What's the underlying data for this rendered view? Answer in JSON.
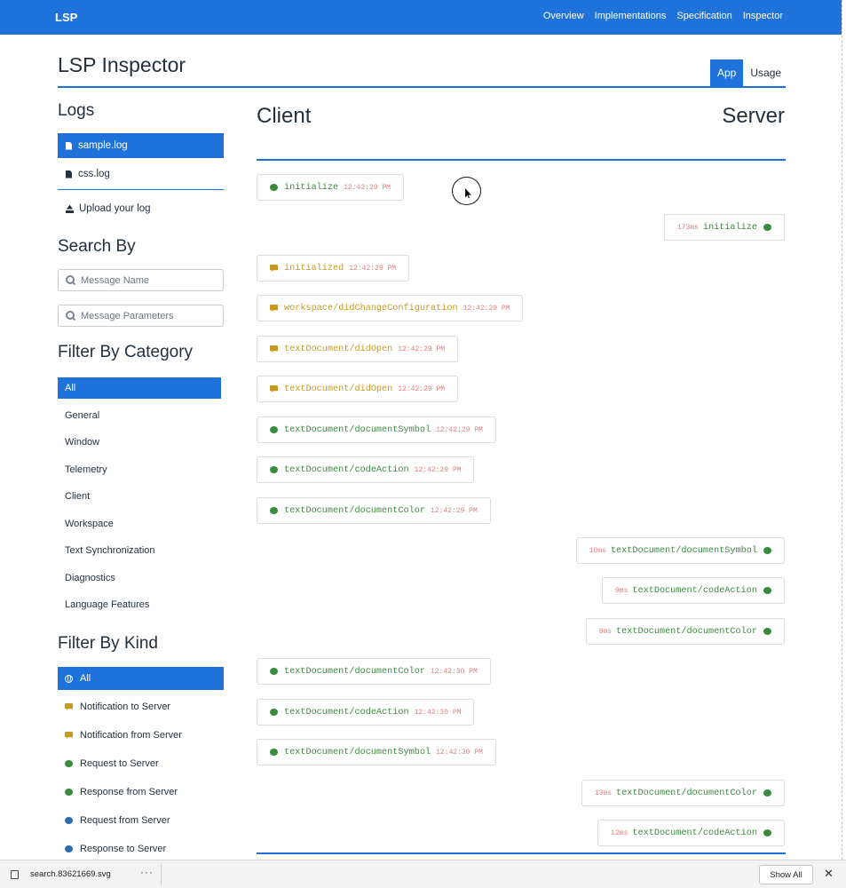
{
  "nav": {
    "brand": "LSP",
    "links": [
      "Overview",
      "Implementations",
      "Specification",
      "Inspector"
    ]
  },
  "header": {
    "title": "LSP Inspector",
    "tabs": [
      {
        "label": "App",
        "active": true
      },
      {
        "label": "Usage",
        "active": false
      }
    ]
  },
  "sidebar": {
    "logs_heading": "Logs",
    "logs": [
      {
        "label": "sample.log",
        "active": true
      },
      {
        "label": "css.log",
        "active": false
      }
    ],
    "upload_label": "Upload your log",
    "search_heading": "Search By",
    "search_name_placeholder": "Message Name",
    "search_params_placeholder": "Message Parameters",
    "category_heading": "Filter By Category",
    "categories": [
      "All",
      "General",
      "Window",
      "Telemetry",
      "Client",
      "Workspace",
      "Text Synchronization",
      "Diagnostics",
      "Language Features"
    ],
    "kind_heading": "Filter By Kind",
    "kinds": [
      {
        "label": "All",
        "icon": "globe-icon"
      },
      {
        "label": "Notification to Server",
        "icon": "notification-icon",
        "color": "#c69a22"
      },
      {
        "label": "Notification from Server",
        "icon": "notification-icon",
        "color": "#c69a22"
      },
      {
        "label": "Request to Server",
        "icon": "request-icon",
        "color": "#3b8b3f"
      },
      {
        "label": "Response from Server",
        "icon": "response-icon",
        "color": "#3b8b3f"
      },
      {
        "label": "Request from Server",
        "icon": "request-icon",
        "color": "#2b6cb0"
      },
      {
        "label": "Response to Server",
        "icon": "response-icon",
        "color": "#2b6cb0"
      }
    ]
  },
  "main": {
    "client_heading": "Client",
    "server_heading": "Server",
    "messages": [
      {
        "side": "client",
        "name": "initialize",
        "meta": "12:42:29 PM",
        "kind": "request"
      },
      {
        "side": "server",
        "name": "initialize",
        "meta": "173ms",
        "kind": "response"
      },
      {
        "side": "client",
        "name": "initialized",
        "meta": "12:42:29 PM",
        "kind": "notification"
      },
      {
        "side": "client",
        "name": "workspace/didChangeConfiguration",
        "meta": "12:42:29 PM",
        "kind": "notification"
      },
      {
        "side": "client",
        "name": "textDocument/didOpen",
        "meta": "12:42:29 PM",
        "kind": "notification"
      },
      {
        "side": "client",
        "name": "textDocument/didOpen",
        "meta": "12:42:29 PM",
        "kind": "notification"
      },
      {
        "side": "client",
        "name": "textDocument/documentSymbol",
        "meta": "12:42:29 PM",
        "kind": "request"
      },
      {
        "side": "client",
        "name": "textDocument/codeAction",
        "meta": "12:42:29 PM",
        "kind": "request"
      },
      {
        "side": "client",
        "name": "textDocument/documentColor",
        "meta": "12:42:29 PM",
        "kind": "request"
      },
      {
        "side": "server",
        "name": "textDocument/documentSymbol",
        "meta": "10ms",
        "kind": "response"
      },
      {
        "side": "server",
        "name": "textDocument/codeAction",
        "meta": "9ms",
        "kind": "response"
      },
      {
        "side": "server",
        "name": "textDocument/documentColor",
        "meta": "9ms",
        "kind": "response"
      },
      {
        "side": "client",
        "name": "textDocument/documentColor",
        "meta": "12:42:30 PM",
        "kind": "request"
      },
      {
        "side": "client",
        "name": "textDocument/codeAction",
        "meta": "12:42:30 PM",
        "kind": "request"
      },
      {
        "side": "client",
        "name": "textDocument/documentSymbol",
        "meta": "12:42:30 PM",
        "kind": "request"
      },
      {
        "side": "server",
        "name": "textDocument/documentColor",
        "meta": "13ms",
        "kind": "response"
      },
      {
        "side": "server",
        "name": "textDocument/codeAction",
        "meta": "12ms",
        "kind": "response"
      }
    ]
  },
  "download_bar": {
    "file_name": "search.83621669.svg",
    "more": "···",
    "show_all": "Show All",
    "close": "✕"
  },
  "colors": {
    "accent": "#1f72d9",
    "notification": "#c69a22",
    "request": "#3b8b3f",
    "server_request": "#2b6cb0",
    "timestamp": "#e07f7f"
  }
}
